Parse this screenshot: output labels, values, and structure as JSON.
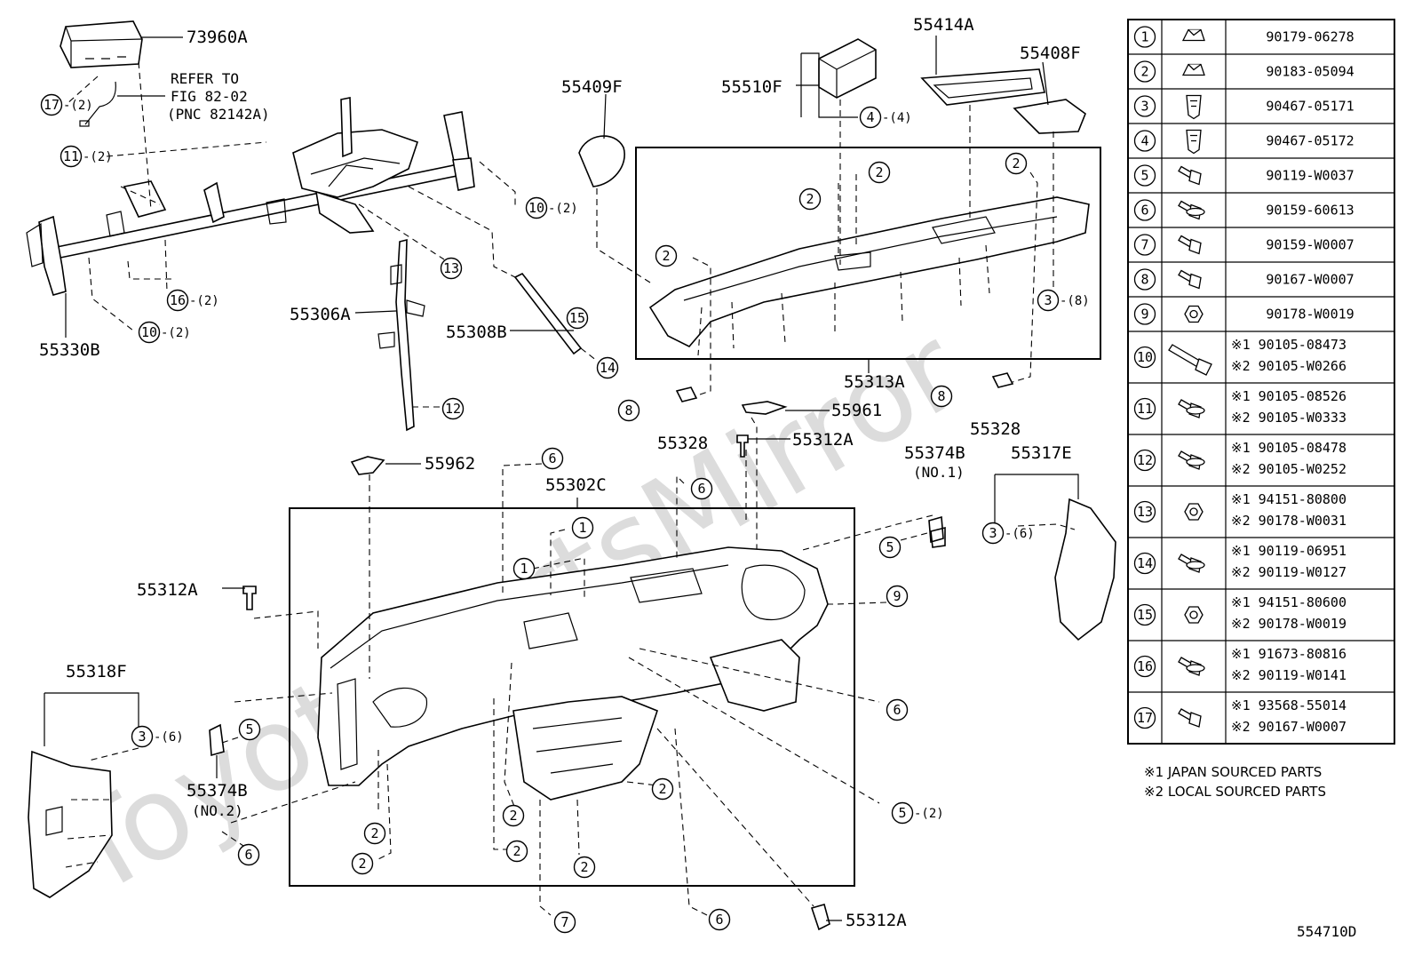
{
  "diagram_id": "554710D",
  "watermark": "ToyotaPartsMirror",
  "refer_note": [
    "REFER TO",
    "FIG 82-02",
    "(PNC 82142A)"
  ],
  "source_notes": [
    "※1 JAPAN SOURCED PARTS",
    "※2 LOCAL SOURCED PARTS"
  ],
  "part_labels": {
    "73960A": "73960A",
    "55330B": "55330B",
    "55306A": "55306A",
    "55308B": "55308B",
    "55409F": "55409F",
    "55510F": "55510F",
    "55414A": "55414A",
    "55408F": "55408F",
    "55313A": "55313A",
    "55328_left": "55328",
    "55328_right": "55328",
    "55961": "55961",
    "55312A_top": "55312A",
    "55962": "55962",
    "55302C": "55302C",
    "55374B_no1": "55374B",
    "55374B_no1_sub": "(NO.1)",
    "55317E": "55317E",
    "55312A_left": "55312A",
    "55318F": "55318F",
    "55374B_no2": "55374B",
    "55374B_no2_sub": "(NO.2)",
    "55312A_bottom": "55312A"
  },
  "callouts": [
    {
      "n": "17",
      "qty": "-(2)"
    },
    {
      "n": "11",
      "qty": "-(2)"
    },
    {
      "n": "16",
      "qty": "-(2)"
    },
    {
      "n": "10",
      "qty": "-(2)"
    },
    {
      "n": "10",
      "qty": "-(2)"
    },
    {
      "n": "13",
      "qty": ""
    },
    {
      "n": "15",
      "qty": ""
    },
    {
      "n": "14",
      "qty": ""
    },
    {
      "n": "12",
      "qty": ""
    },
    {
      "n": "4",
      "qty": "-(4)"
    },
    {
      "n": "2",
      "qty": ""
    },
    {
      "n": "2",
      "qty": ""
    },
    {
      "n": "2",
      "qty": ""
    },
    {
      "n": "2",
      "qty": ""
    },
    {
      "n": "3",
      "qty": "-(8)"
    },
    {
      "n": "8",
      "qty": ""
    },
    {
      "n": "8",
      "qty": ""
    },
    {
      "n": "6",
      "qty": ""
    },
    {
      "n": "6",
      "qty": ""
    },
    {
      "n": "1",
      "qty": ""
    },
    {
      "n": "1",
      "qty": ""
    },
    {
      "n": "5",
      "qty": ""
    },
    {
      "n": "9",
      "qty": ""
    },
    {
      "n": "3",
      "qty": "-(6)"
    },
    {
      "n": "6",
      "qty": ""
    },
    {
      "n": "3",
      "qty": "-(6)"
    },
    {
      "n": "5",
      "qty": ""
    },
    {
      "n": "6",
      "qty": ""
    },
    {
      "n": "5",
      "qty": "-(2)"
    },
    {
      "n": "2",
      "qty": ""
    },
    {
      "n": "2",
      "qty": ""
    },
    {
      "n": "2",
      "qty": ""
    },
    {
      "n": "2",
      "qty": ""
    },
    {
      "n": "2",
      "qty": ""
    },
    {
      "n": "2",
      "qty": ""
    },
    {
      "n": "7",
      "qty": ""
    },
    {
      "n": "6",
      "qty": ""
    }
  ],
  "fastener_table": [
    {
      "n": "1",
      "icon": "clip-nut-icon",
      "parts": [
        "90179-06278"
      ]
    },
    {
      "n": "2",
      "icon": "clip-nut-icon",
      "parts": [
        "90183-05094"
      ]
    },
    {
      "n": "3",
      "icon": "push-clip-icon",
      "parts": [
        "90467-05171"
      ]
    },
    {
      "n": "4",
      "icon": "push-clip-icon",
      "parts": [
        "90467-05172"
      ]
    },
    {
      "n": "5",
      "icon": "screw-icon",
      "parts": [
        "90119-W0037"
      ]
    },
    {
      "n": "6",
      "icon": "flange-screw-icon",
      "parts": [
        "90159-60613"
      ]
    },
    {
      "n": "7",
      "icon": "screw-icon",
      "parts": [
        "90159-W0007"
      ]
    },
    {
      "n": "8",
      "icon": "screw-icon",
      "parts": [
        "90167-W0007"
      ]
    },
    {
      "n": "9",
      "icon": "nut-icon",
      "parts": [
        "90178-W0019"
      ]
    },
    {
      "n": "10",
      "icon": "long-bolt-icon",
      "parts": [
        "※1 90105-08473",
        "※2 90105-W0266"
      ]
    },
    {
      "n": "11",
      "icon": "flange-bolt-icon",
      "parts": [
        "※1 90105-08526",
        "※2 90105-W0333"
      ]
    },
    {
      "n": "12",
      "icon": "flange-bolt-icon",
      "parts": [
        "※1 90105-08478",
        "※2 90105-W0252"
      ]
    },
    {
      "n": "13",
      "icon": "nut-icon",
      "parts": [
        "※1 94151-80800",
        "※2 90178-W0031"
      ]
    },
    {
      "n": "14",
      "icon": "flange-bolt-icon",
      "parts": [
        "※1 90119-06951",
        "※2 90119-W0127"
      ]
    },
    {
      "n": "15",
      "icon": "nut-icon",
      "parts": [
        "※1 94151-80600",
        "※2 90178-W0019"
      ]
    },
    {
      "n": "16",
      "icon": "flange-bolt-icon",
      "parts": [
        "※1 91673-80816",
        "※2 90119-W0141"
      ]
    },
    {
      "n": "17",
      "icon": "screw-icon",
      "parts": [
        "※1 93568-55014",
        "※2 90167-W0007"
      ]
    }
  ]
}
